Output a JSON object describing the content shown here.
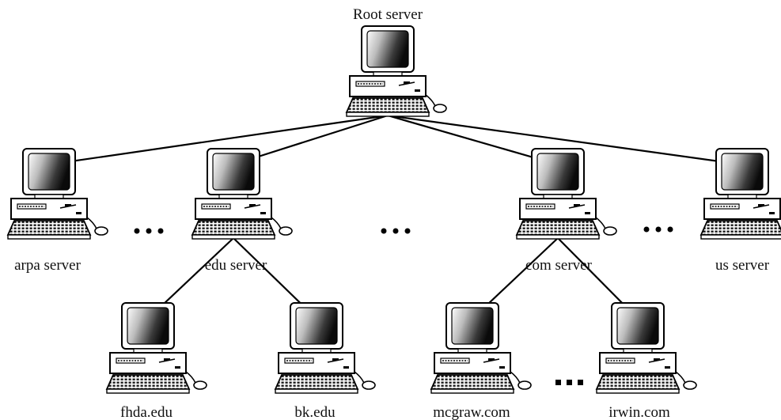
{
  "diagram": {
    "nodes": [
      {
        "id": "root",
        "label": "Root server",
        "icon": "computer-icon"
      },
      {
        "id": "arpa",
        "label": "arpa server",
        "icon": "computer-icon"
      },
      {
        "id": "edu",
        "label": "edu server",
        "icon": "computer-icon"
      },
      {
        "id": "com",
        "label": "com server",
        "icon": "computer-icon"
      },
      {
        "id": "us",
        "label": "us server",
        "icon": "computer-icon"
      },
      {
        "id": "fhda",
        "label": "fhda.edu",
        "icon": "computer-icon"
      },
      {
        "id": "bk",
        "label": "bk.edu",
        "icon": "computer-icon"
      },
      {
        "id": "mcgraw",
        "label": "mcgraw.com",
        "icon": "computer-icon"
      },
      {
        "id": "irwin",
        "label": "irwin.com",
        "icon": "computer-icon"
      }
    ],
    "edges": [
      {
        "from": "root",
        "to": "arpa"
      },
      {
        "from": "root",
        "to": "edu"
      },
      {
        "from": "root",
        "to": "com"
      },
      {
        "from": "root",
        "to": "us"
      },
      {
        "from": "edu",
        "to": "fhda"
      },
      {
        "from": "edu",
        "to": "bk"
      },
      {
        "from": "com",
        "to": "mcgraw"
      },
      {
        "from": "com",
        "to": "irwin"
      }
    ]
  }
}
